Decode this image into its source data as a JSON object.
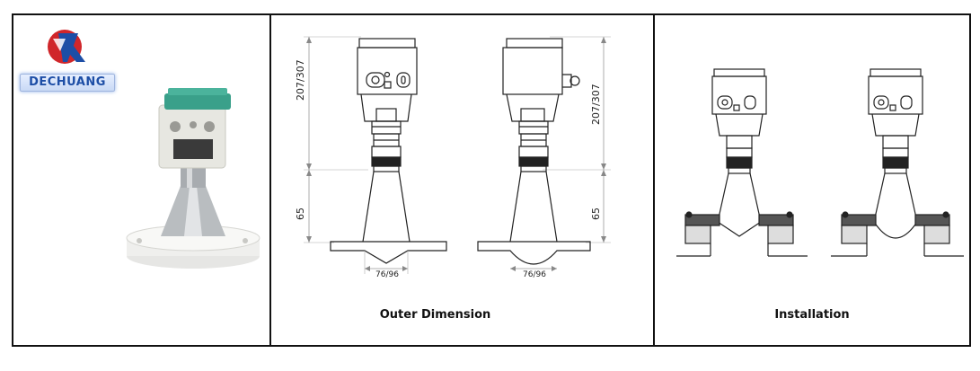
{
  "brand": {
    "name": "DECHUANG",
    "colors": {
      "red": "#d0262a",
      "blue": "#1d4ea6",
      "teal": "#3aa08a"
    }
  },
  "panels": {
    "photo": {
      "icon": "radar-level-transmitter-photo"
    },
    "outer_dimension": {
      "caption": "Outer Dimension",
      "labels": {
        "height_top": "207/307",
        "height_bottom": "65",
        "width": "76/96"
      }
    },
    "installation": {
      "caption": "Installation"
    }
  }
}
